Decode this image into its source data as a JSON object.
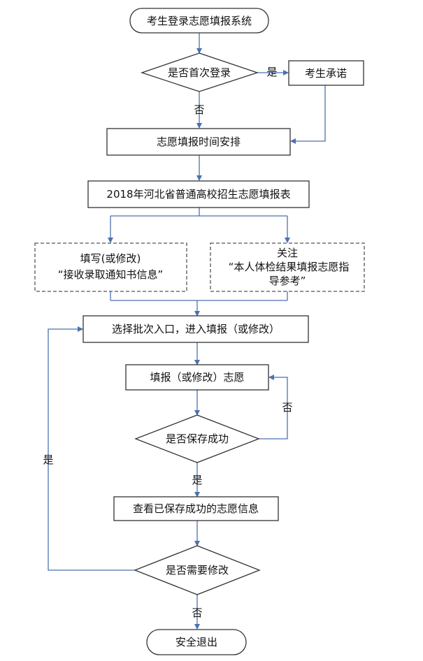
{
  "nodes": {
    "start": "考生登录志愿填报系统",
    "first_login": "是否首次登录",
    "pledge": "考生承诺",
    "schedule": "志愿填报时间安排",
    "form": "2018年河北省普通高校招生志愿填报表",
    "fill_notice": [
      "填写(或修改)",
      "“接收录取通知书信息”"
    ],
    "attention": [
      "关注",
      "“本人体检结果填报志愿指",
      "导参考”"
    ],
    "select_batch": "选择批次入口，进入填报（或修改）",
    "fill_wish": "填报（或修改）志愿",
    "save_ok": "是否保存成功",
    "view_saved": "查看已保存成功的志愿信息",
    "need_modify": "是否需要修改",
    "exit": "安全退出"
  },
  "labels": {
    "yes_first": "是",
    "no_first": "否",
    "no_save": "否",
    "yes_save": "是",
    "yes_modify": "是",
    "no_modify": "否"
  },
  "colors": {
    "arrow": "#4a72b0",
    "box_border": "#333333",
    "dashed_border": "#555555"
  }
}
